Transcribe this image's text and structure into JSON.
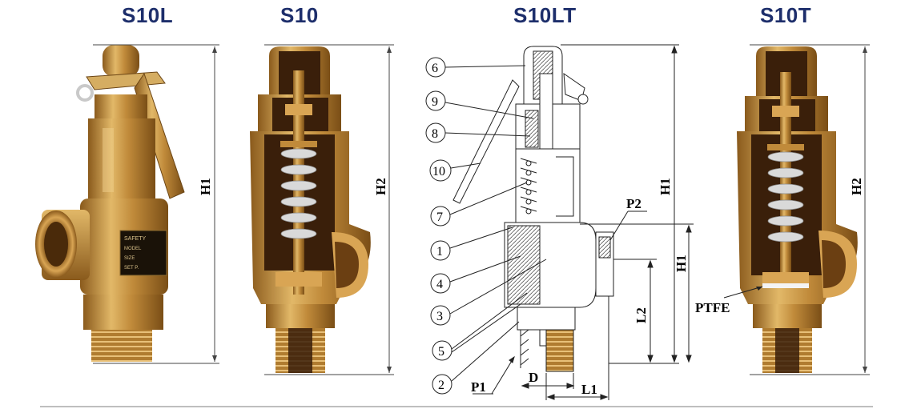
{
  "models": {
    "s10l": "S10L",
    "s10": "S10",
    "s10lt": "S10LT",
    "s10t": "S10T"
  },
  "s10l": {
    "dim_h1": "H1",
    "nameplate_line1": "SAFETY",
    "nameplate_line2": "MODEL",
    "nameplate_line3": "SIZE",
    "nameplate_line4": "SET P."
  },
  "s10": {
    "dim_h2": "H2"
  },
  "s10lt": {
    "dim_h1_upper": "H1",
    "dim_h1_lower": "H1",
    "dim_l2": "L2",
    "p2": "P2",
    "p1": "P1",
    "d": "D",
    "l1": "L1",
    "callouts": [
      "6",
      "9",
      "8",
      "10",
      "7",
      "1",
      "4",
      "3",
      "5",
      "2"
    ]
  },
  "s10t": {
    "dim_h2": "H2",
    "ptfe": "PTFE"
  },
  "colors": {
    "title": "#1d2e6b",
    "brass_dark": "#8a5a1c",
    "brass_mid": "#c08a3a",
    "brass_light": "#e2b868",
    "cutaway_dark": "#3a1f0a",
    "spring": "#d9d9d9"
  }
}
